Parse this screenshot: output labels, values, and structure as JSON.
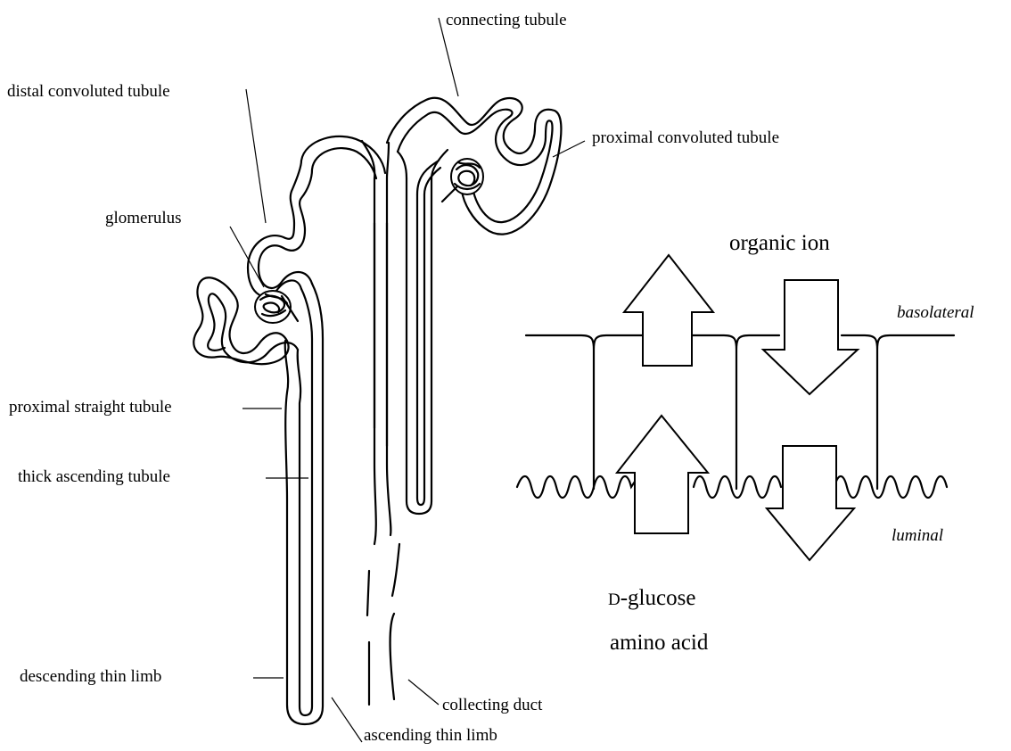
{
  "nephron": {
    "labels": {
      "connecting_tubule": "connecting tubule",
      "distal_convoluted_tubule": "distal convoluted tubule",
      "proximal_convoluted_tubule": "proximal convoluted tubule",
      "glomerulus": "glomerulus",
      "proximal_straight_tubule": "proximal straight tubule",
      "thick_ascending_tubule": "thick ascending tubule",
      "descending_thin_limb": "descending thin limb",
      "ascending_thin_limb": "ascending thin limb",
      "collecting_duct": "collecting duct"
    }
  },
  "transport": {
    "organic_ion": "organic ion",
    "basolateral": "basolateral",
    "luminal": "luminal",
    "d_glucose_prefix": "D",
    "d_glucose_rest": "-glucose",
    "amino_acid": "amino acid"
  }
}
